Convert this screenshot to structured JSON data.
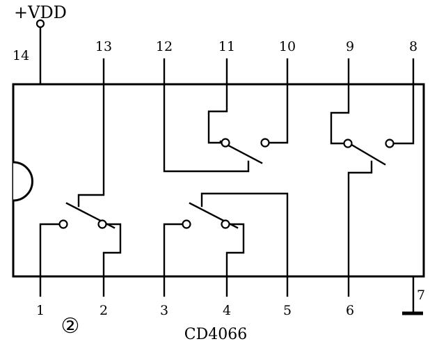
{
  "supply_label": "+VDD",
  "chip_name": "CD4066",
  "figure_marker": "②",
  "pins_top": [
    "14",
    "13",
    "12",
    "11",
    "10",
    "9",
    "8"
  ],
  "pins_bottom": [
    "1",
    "2",
    "3",
    "4",
    "5",
    "6",
    "7"
  ]
}
